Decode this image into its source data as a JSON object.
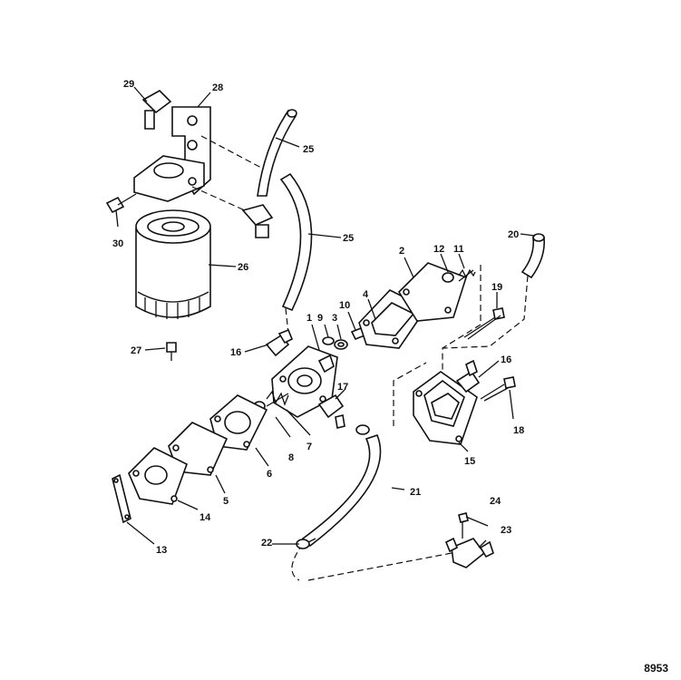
{
  "figure_id": "8953",
  "callouts": [
    "1",
    "2",
    "3",
    "4",
    "5",
    "6",
    "7",
    "8",
    "9",
    "10",
    "11",
    "12",
    "13",
    "14",
    "15",
    "16",
    "17",
    "18",
    "19",
    "20",
    "21",
    "22",
    "23",
    "24",
    "25",
    "26",
    "27",
    "28",
    "29",
    "30"
  ]
}
